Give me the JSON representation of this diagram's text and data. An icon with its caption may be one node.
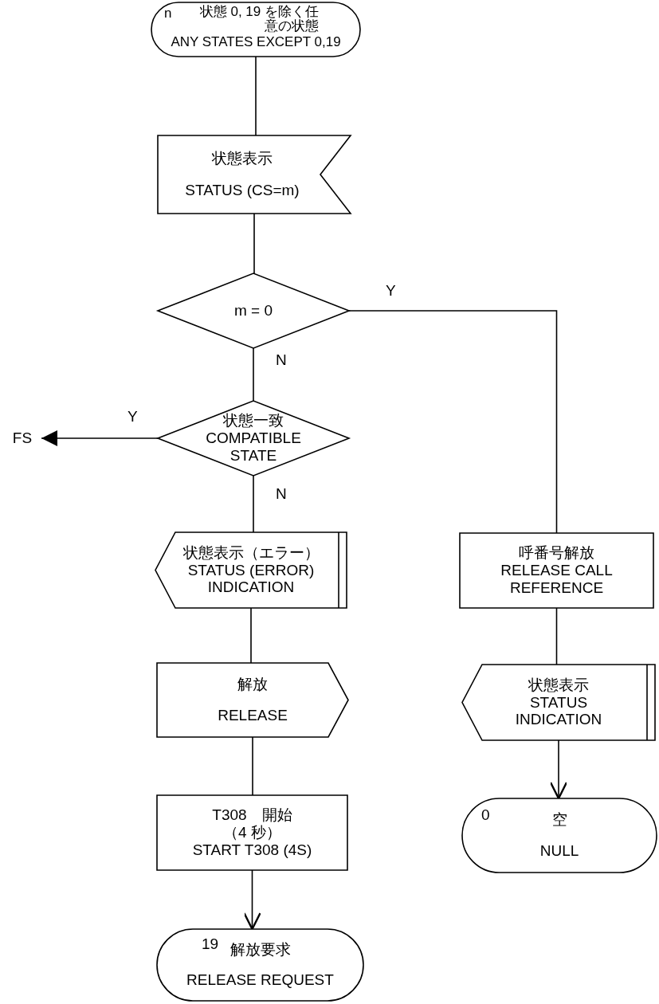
{
  "diagram": {
    "nodes": [
      {
        "text": [
          "n",
          "状態 0, 19 を除く任意の状態",
          "ANY STATES EXCEPT 0,19"
        ]
      },
      {
        "text": [
          "状態表示",
          "STATUS (CS=m)"
        ]
      },
      {
        "text": [
          "m = 0"
        ]
      },
      {
        "text": [
          "状態一致",
          "COMPATIBLE STATE"
        ]
      },
      {
        "text": [
          "FS"
        ]
      },
      {
        "text": [
          "状態表示（エラー）",
          "STATUS (ERROR) INDICATION"
        ]
      },
      {
        "text": [
          "解放",
          "RELEASE"
        ]
      },
      {
        "text": [
          "T308　開始（4 秒）",
          "START T308 (4S)"
        ]
      },
      {
        "text": [
          "19",
          "解放要求",
          "RELEASE REQUEST"
        ]
      },
      {
        "text": [
          "呼番号解放",
          "RELEASE CALL REFERENCE"
        ]
      },
      {
        "text": [
          "状態表示",
          "STATUS INDICATION"
        ]
      },
      {
        "text": [
          "0",
          "空",
          "NULL"
        ]
      }
    ],
    "edges": [
      {
        "from": 0,
        "to": 1,
        "arrow": "none"
      },
      {
        "from": 1,
        "to": 2,
        "arrow": "none"
      },
      {
        "from": 2,
        "to": 9,
        "arrow": "none",
        "label": "Y"
      },
      {
        "from": 2,
        "to": 3,
        "arrow": "none",
        "label": "N"
      },
      {
        "from": 3,
        "to": 4,
        "arrow": "to",
        "label": "Y"
      },
      {
        "from": 3,
        "to": 5,
        "arrow": "none",
        "label": "N"
      },
      {
        "from": 5,
        "to": 6,
        "arrow": "none"
      },
      {
        "from": 6,
        "to": 7,
        "arrow": "none"
      },
      {
        "from": 7,
        "to": 8,
        "arrow": "to"
      },
      {
        "from": 9,
        "to": 10,
        "arrow": "none"
      },
      {
        "from": 10,
        "to": 11,
        "arrow": "to"
      }
    ]
  }
}
